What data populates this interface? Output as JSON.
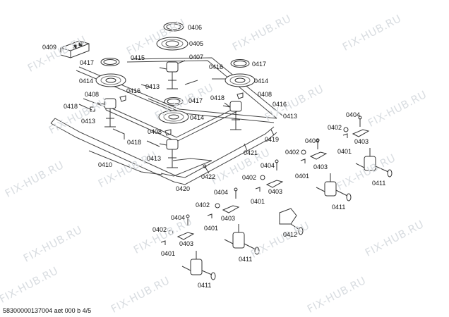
{
  "watermark": "FIX-HUB.RU",
  "footer": "58300000137004 aet 000 b 4/5",
  "labels": {
    "l0406": "0406",
    "l0405": "0405",
    "l0407": "0407",
    "l0409": "0409",
    "l0417a": "0417",
    "l0415": "0415",
    "l0416a": "0416",
    "l0417b": "0417",
    "l0417c": "0417",
    "l0414a": "0414",
    "l0413a": "0413",
    "l0416b": "0416",
    "l0414b": "0414",
    "l0408a": "0408",
    "l0418a": "0418",
    "l0408b": "0408",
    "l0418b": "0418",
    "l0416c": "0416",
    "l0414c": "0414",
    "l0413b": "0413",
    "l0413c": "0413",
    "l0408c": "0408",
    "l0418c": "0418",
    "l0419": "0419",
    "l0410": "0410",
    "l0413d": "0413",
    "l0421": "0421",
    "l0422": "0422",
    "l0420": "0420",
    "r0404a": "0404",
    "r0402a": "0402",
    "r0401a": "0401",
    "r0403a": "0403",
    "r0411a": "0411",
    "r0404b": "0404",
    "r0402b": "0402",
    "r0401b": "0401",
    "r0403b": "0403",
    "r0411b": "0411",
    "r0404c": "0404",
    "r0402c": "0402",
    "r0401c": "0401",
    "r0403c": "0403",
    "r0404d": "0404",
    "r0402d": "0402",
    "r0401d": "0401",
    "r0403d": "0403",
    "r0411d": "0411",
    "r0412": "0412",
    "r0404e": "0404",
    "r0402e": "0402",
    "r0401e": "0401",
    "r0403e": "0403",
    "r0411e": "0411"
  }
}
